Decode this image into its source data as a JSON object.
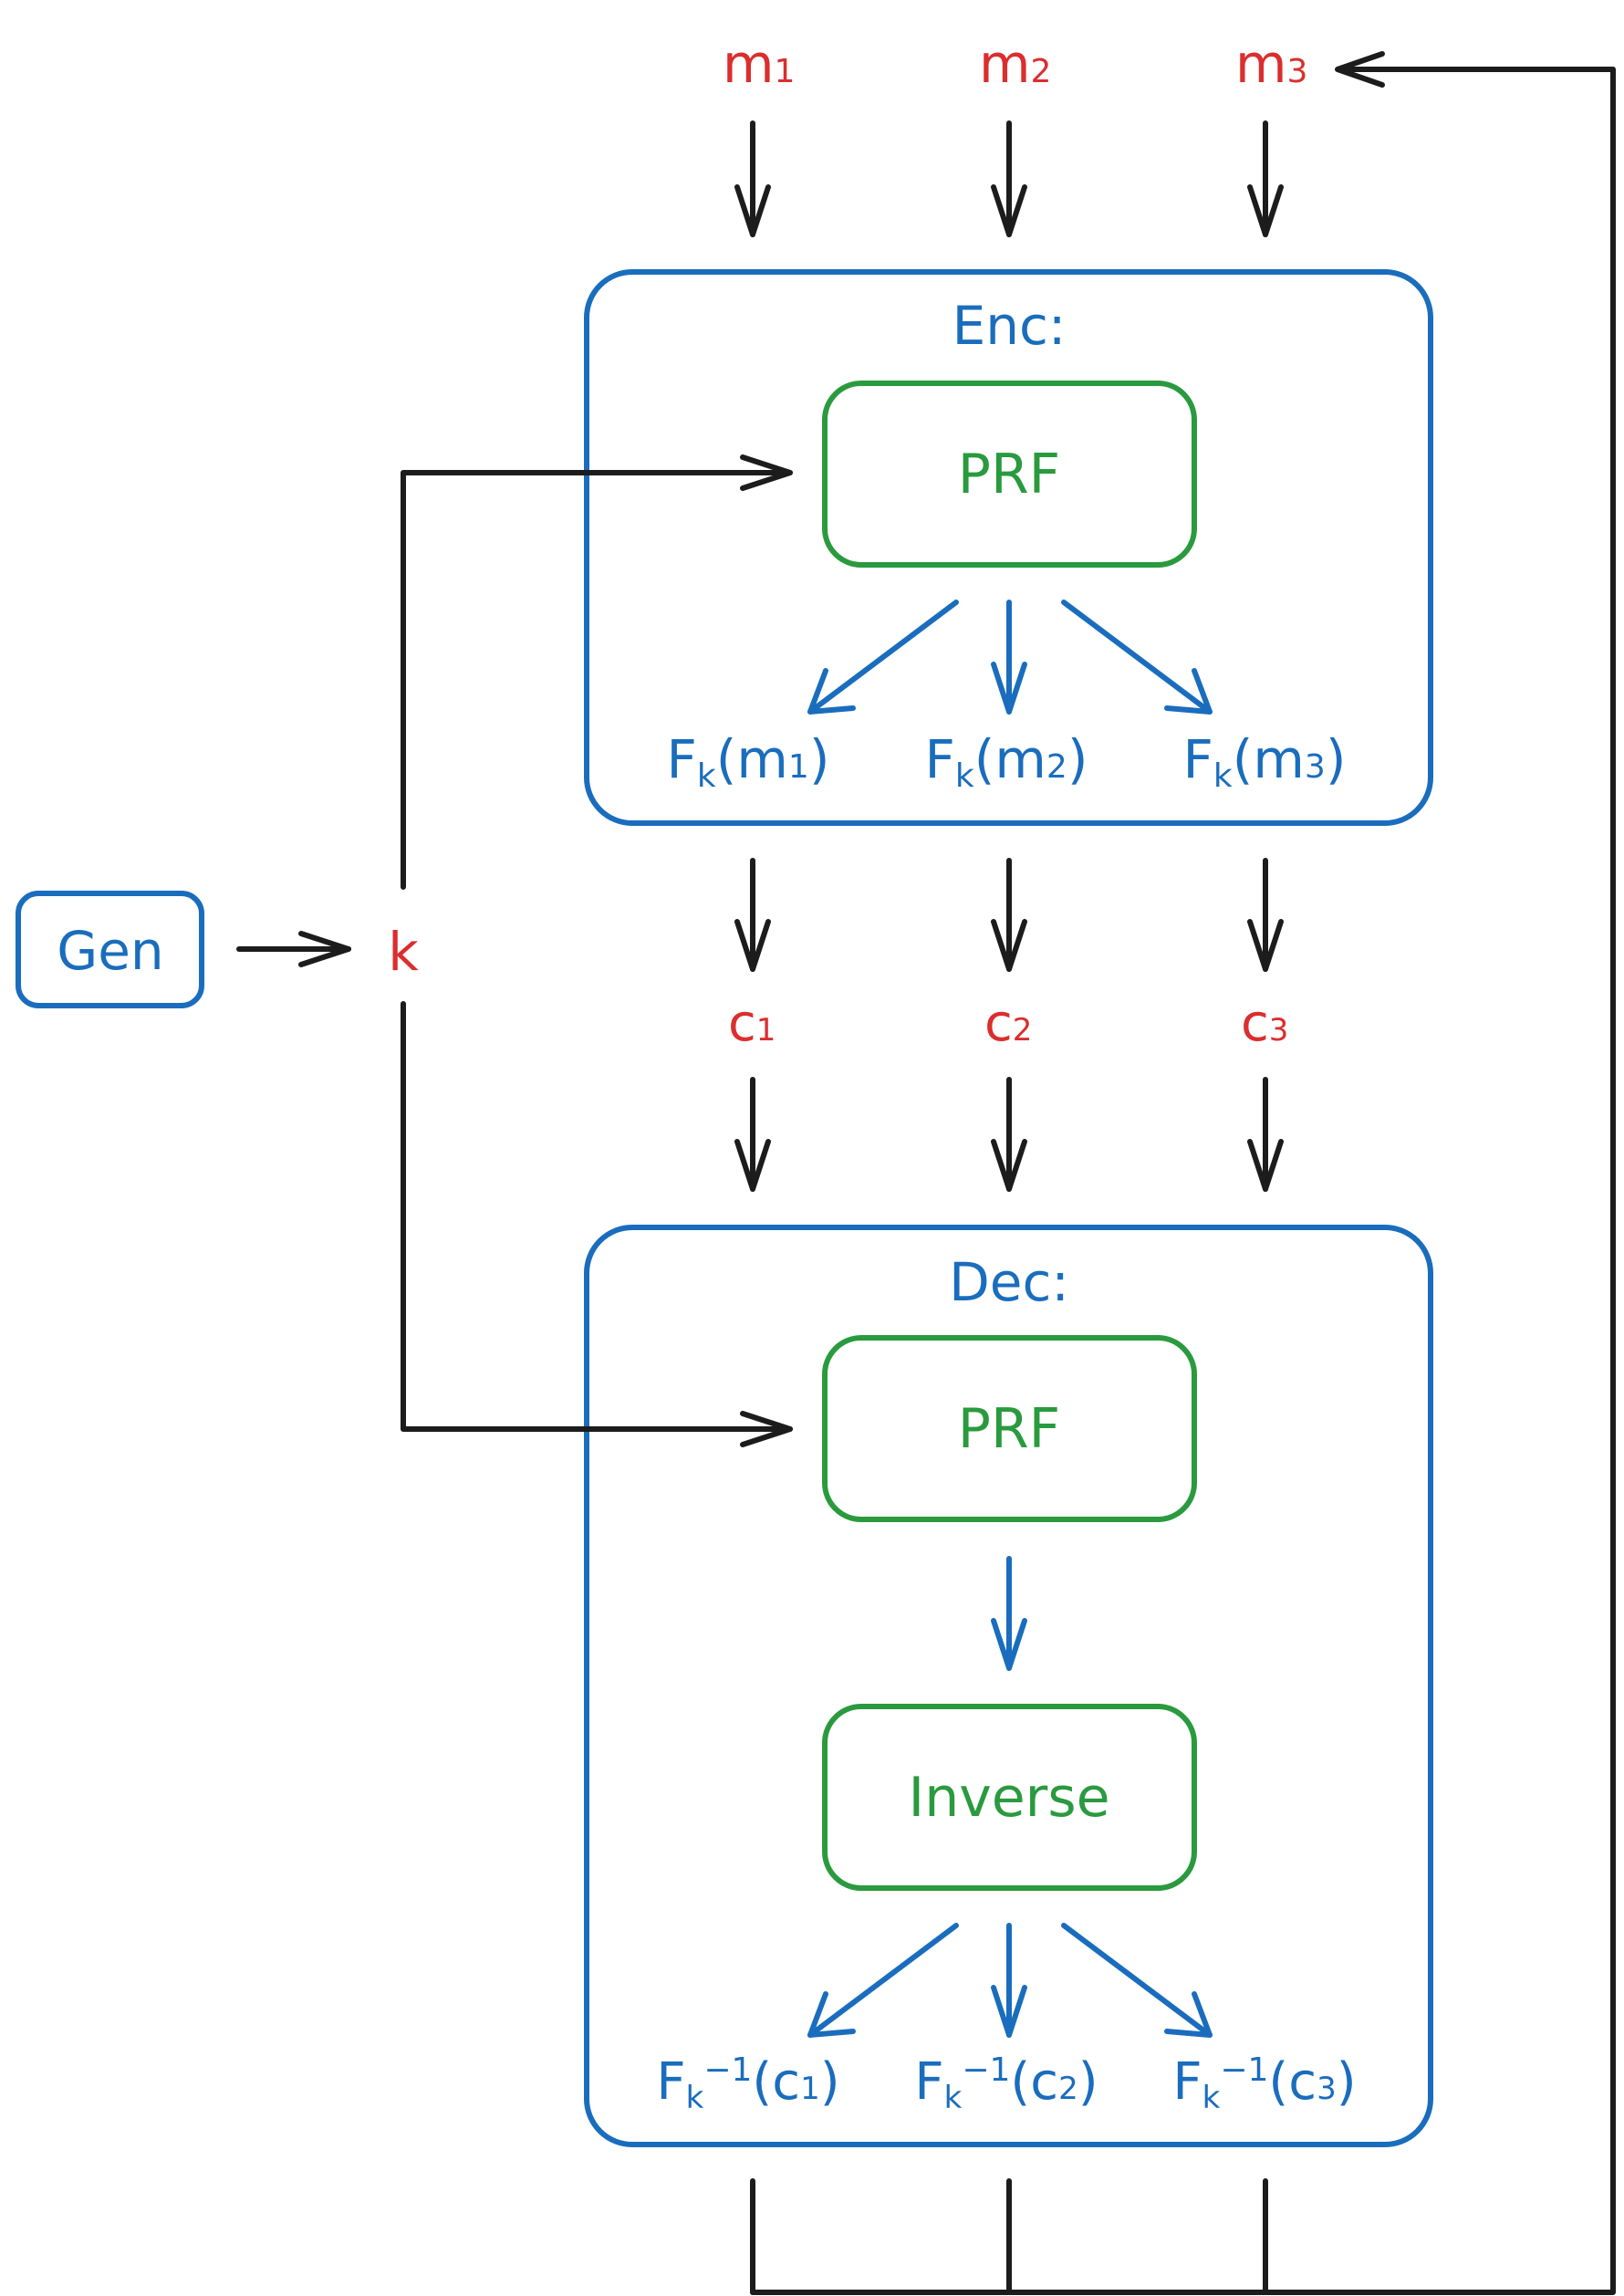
{
  "colors": {
    "message_red": "#db2e2e",
    "algorithm_blue": "#1a6dbd",
    "prf_green": "#2a9a3e",
    "arrow_black": "#1c1c1c"
  },
  "inputs": {
    "m1": {
      "base": "m",
      "sub": "1"
    },
    "m2": {
      "base": "m",
      "sub": "2"
    },
    "m3": {
      "base": "m",
      "sub": "3"
    }
  },
  "gen": {
    "label": "Gen"
  },
  "key": {
    "label": "k"
  },
  "enc": {
    "title": "Enc:",
    "prf_label": "PRF",
    "outputs": [
      {
        "f": "F",
        "k": "k",
        "open": "(m",
        "sub": "1",
        "close": ")"
      },
      {
        "f": "F",
        "k": "k",
        "open": "(m",
        "sub": "2",
        "close": ")"
      },
      {
        "f": "F",
        "k": "k",
        "open": "(m",
        "sub": "3",
        "close": ")"
      }
    ]
  },
  "ciphertexts": {
    "c1": {
      "base": "c",
      "sub": "1"
    },
    "c2": {
      "base": "c",
      "sub": "2"
    },
    "c3": {
      "base": "c",
      "sub": "3"
    }
  },
  "dec": {
    "title": "Dec:",
    "prf_label": "PRF",
    "inverse_label": "Inverse",
    "outputs": [
      {
        "f": "F",
        "k": "k",
        "sup": "−1",
        "open": "(c",
        "sub": "1",
        "close": ")"
      },
      {
        "f": "F",
        "k": "k",
        "sup": "−1",
        "open": "(c",
        "sub": "2",
        "close": ")"
      },
      {
        "f": "F",
        "k": "k",
        "sup": "−1",
        "open": "(c",
        "sub": "3",
        "close": ")"
      }
    ]
  }
}
